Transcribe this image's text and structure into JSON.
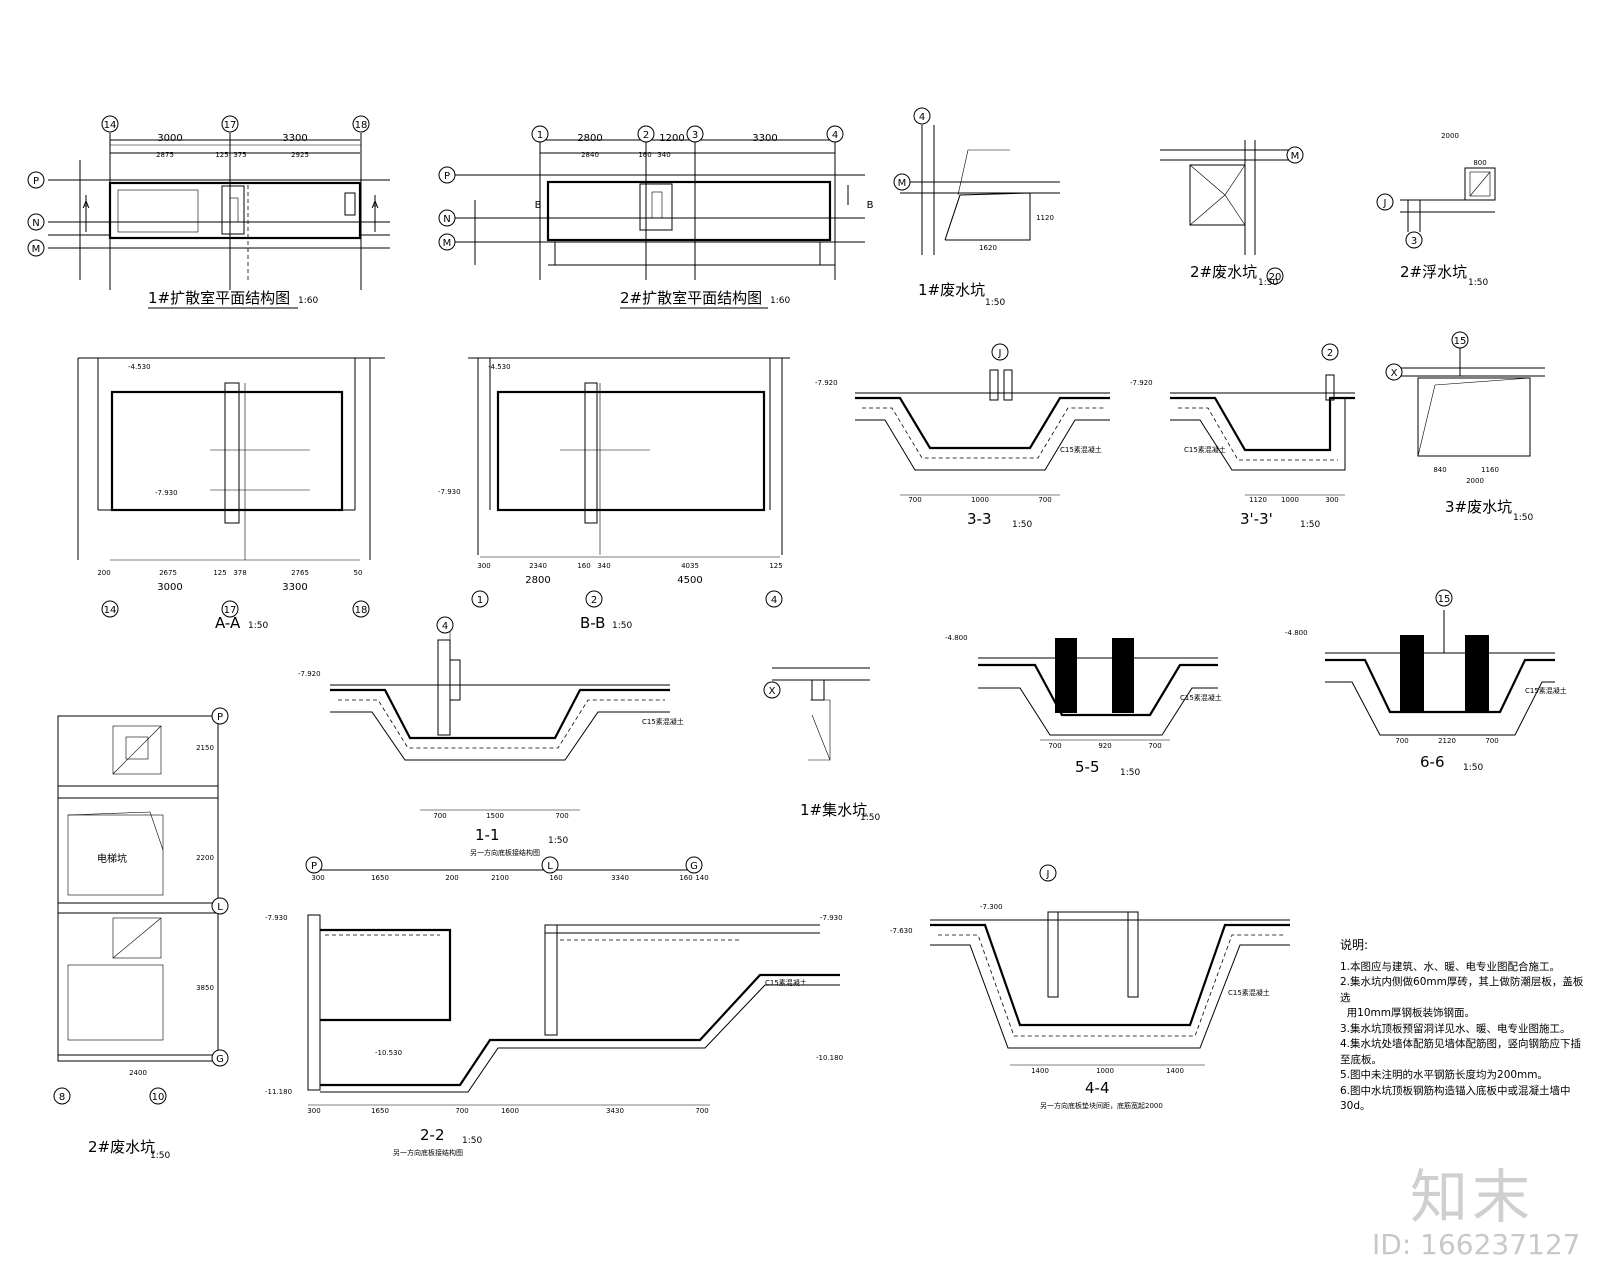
{
  "titles": {
    "plan1": "1#扩散室平面结构图",
    "plan1_scale": "1:60",
    "plan2": "2#扩散室平面结构图",
    "plan2_scale": "1:60",
    "pit1_plan": "1#废水坑",
    "pit1_plan_scale": "1:50",
    "pit2_plan": "2#废水坑",
    "pit2_plan_scale": "1:50",
    "float_pit": "2#浮水坑",
    "float_pit_scale": "1:50",
    "secAA": "A-A",
    "secAA_scale": "1:50",
    "secBB": "B-B",
    "secBB_scale": "1:50",
    "sec33": "3-3",
    "sec33_scale": "1:50",
    "sec33p": "3'-3'",
    "sec33p_scale": "1:50",
    "pit3": "3#废水坑",
    "pit3_scale": "1:50",
    "sec11": "1-1",
    "sec11_scale": "1:50",
    "sec11_note": "另一方向底板接结构图",
    "sump1": "1#集水坑",
    "sump1_scale": "1:50",
    "sec55": "5-5",
    "sec55_scale": "1:50",
    "sec66": "6-6",
    "sec66_scale": "1:50",
    "pit2_big": "2#废水坑",
    "pit2_big_scale": "1:50",
    "sec22": "2-2",
    "sec22_scale": "1:50",
    "sec22_note": "另一方向底板接结构图",
    "sec44": "4-4",
    "sec44_scale": "1:50",
    "sec44_note": "另一方向底板垫块间距，底筋宽起2000"
  },
  "labels": {
    "elevator_pit": "电梯坑",
    "A": "A",
    "B": "B",
    "c15": "C15素混凝土",
    "elev1": "-4.530",
    "elev2": "-7.930",
    "elev3": "-7.920",
    "elev4": "-4.800",
    "elev5": "-10.530",
    "elev6": "-11.180",
    "elev7": "-7.630",
    "elev8": "-7.300",
    "elev9": "-10.180"
  },
  "dims": {
    "plan1_top": [
      "3000",
      "3300"
    ],
    "plan1_sub": [
      "2875",
      "125",
      "375",
      "2925"
    ],
    "plan2_top": [
      "2800",
      "1200",
      "3300"
    ],
    "plan2_sub": [
      "2840",
      "160",
      "340"
    ],
    "aa_bot": [
      "200",
      "2675",
      "125",
      "378",
      "2765",
      "50"
    ],
    "aa_tot": [
      "3000",
      "3300"
    ],
    "bb_bot": [
      "300",
      "2340",
      "160",
      "340",
      "4035",
      "125"
    ],
    "bb_tot": [
      "2800",
      "4500"
    ],
    "s33": [
      "700",
      "1000",
      "700"
    ],
    "s33p": [
      "1120",
      "1000",
      "300"
    ],
    "s11": [
      "700",
      "1500",
      "700"
    ],
    "s55": [
      "700",
      "920",
      "700"
    ],
    "s66": [
      "700",
      "2120",
      "700"
    ],
    "s44": [
      "1400",
      "1000",
      "1400"
    ],
    "s22": [
      "300",
      "1650",
      "700",
      "1600",
      "3430",
      "700"
    ],
    "s22_top": [
      "300",
      "1650",
      "200",
      "2100",
      "160",
      "3340",
      "160",
      "140"
    ],
    "p2big_bot": [
      "2400"
    ],
    "p2big_v": [
      "2150",
      "2200",
      "3850"
    ],
    "pit3_dims": [
      "840",
      "1160",
      "2000"
    ],
    "pit1_dims": [
      "1620",
      "1120"
    ],
    "float_dims": [
      "2000",
      "800"
    ]
  },
  "axes": {
    "plan1": [
      "14",
      "17",
      "18"
    ],
    "plan1_rows": [
      "P",
      "N",
      "M"
    ],
    "plan2": [
      "1",
      "2",
      "3",
      "4"
    ],
    "plan2_rows": [
      "P",
      "N",
      "M"
    ],
    "aa": [
      "14",
      "17",
      "18"
    ],
    "bb": [
      "1",
      "2",
      "4"
    ],
    "pit1": [
      "4",
      "M"
    ],
    "pit2": [
      "M",
      "20"
    ],
    "float": [
      "J",
      "3"
    ],
    "s33": [
      "J"
    ],
    "s33p": [
      "2"
    ],
    "pit3": [
      "15",
      "X"
    ],
    "s11": [
      "4"
    ],
    "sump1": [
      "X"
    ],
    "s66": [
      "15"
    ],
    "p2big": [
      "P",
      "L",
      "G",
      "8",
      "10"
    ],
    "s22": [
      "P",
      "L",
      "G"
    ],
    "s44": [
      "J"
    ]
  },
  "notes": {
    "heading": "说明:",
    "items": [
      "1.本图应与建筑、水、暖、电专业图配合施工。",
      "2.集水坑内侧做60mm厚砖，其上做防潮层板，盖板选\n  用10mm厚钢板装饰钢面。",
      "3.集水坑顶板预留洞详见水、暖、电专业图施工。",
      "4.集水坑处墙体配筋见墙体配筋图，竖向钢筋应下插至底板。",
      "5.图中未注明的水平钢筋长度均为200mm。",
      "6.图中水坑顶板钢筋构造锚入底板中或混凝土墙中30d。"
    ]
  },
  "watermark": {
    "brand": "知末",
    "id": "ID: 166237127"
  }
}
